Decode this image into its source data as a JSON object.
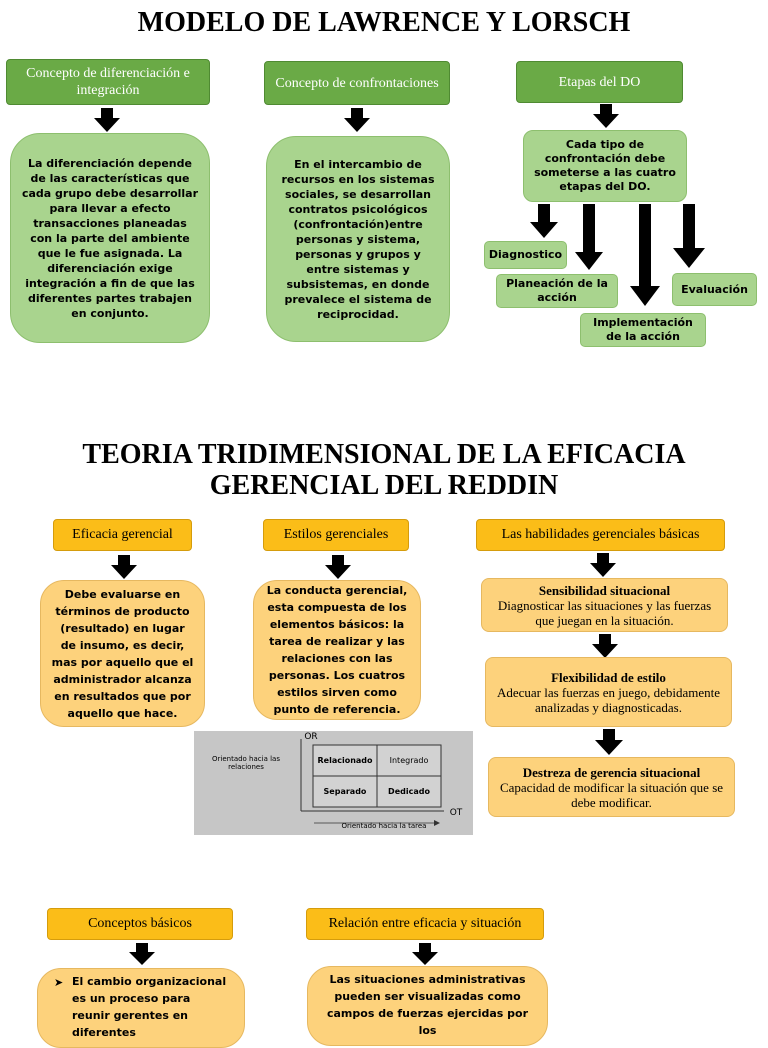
{
  "section1": {
    "title": "MODELO DE LAWRENCE Y LORSCH",
    "col1": {
      "header": "Concepto de diferenciación e integración",
      "body": "La diferenciación depende de las características que cada grupo debe desarrollar para llevar a efecto transacciones planeadas con la parte del ambiente que le fue asignada. La diferenciación exige integración a fin de que las diferentes partes trabajen en conjunto."
    },
    "col2": {
      "header": "Concepto de confrontaciones",
      "body": "En el intercambio de recursos en los sistemas sociales, se desarrollan contratos psicológicos (confrontación)entre personas y sistema, personas y grupos y entre sistemas y subsistemas, en donde prevalece el sistema de reciprocidad."
    },
    "col3": {
      "header": "Etapas del DO",
      "body": "Cada tipo de confrontación debe someterse a las cuatro etapas del DO.",
      "stages": [
        "Diagnostico",
        "Planeación de la acción",
        "Implementación de la acción",
        "Evaluación"
      ]
    }
  },
  "section2": {
    "title_line1": "TEORIA TRIDIMENSIONAL DE LA EFICACIA",
    "title_line2": "GERENCIAL DEL REDDIN",
    "col1": {
      "header": "Eficacia gerencial",
      "body": "Debe evaluarse en términos de producto (resultado) en lugar de insumo, es decir, mas por aquello que el administrador alcanza en resultados que por aquello que hace."
    },
    "col2": {
      "header": "Estilos gerenciales",
      "body": "La conducta gerencial, esta compuesta de los elementos básicos: la tarea de realizar y las relaciones con las personas. Los cuatros estilos sirven como punto de referencia."
    },
    "grid": {
      "y_axis": "OR",
      "x_axis": "OT",
      "y_label": "Orientado hacia las relaciones",
      "x_label": "Orientado hacia la tarea",
      "cells": [
        "Relacionado",
        "Integrado",
        "Separado",
        "Dedicado"
      ]
    },
    "col3": {
      "header": "Las habilidades gerenciales básicas",
      "skills": [
        {
          "title": "Sensibilidad situacional",
          "text": "Diagnosticar las situaciones y las fuerzas que juegan en la situación."
        },
        {
          "title": "Flexibilidad de estilo",
          "text": "Adecuar las fuerzas en juego, debidamente analizadas y diagnosticadas."
        },
        {
          "title": "Destreza de gerencia situacional",
          "text": "Capacidad de modificar la situación que se debe modificar."
        }
      ]
    }
  },
  "section3": {
    "col1": {
      "header": "Conceptos básicos",
      "body": "El cambio organizacional es un proceso para reunir gerentes en diferentes"
    },
    "col2": {
      "header": "Relación entre eficacia y situación",
      "body": "Las situaciones administrativas pueden ser visualizadas como campos de fuerzas ejercidas por los"
    }
  },
  "colors": {
    "green_header": "#6aaa46",
    "green_body": "#a9d48e",
    "yellow_header": "#fbbd18",
    "yellow_body": "#fdd27c"
  }
}
